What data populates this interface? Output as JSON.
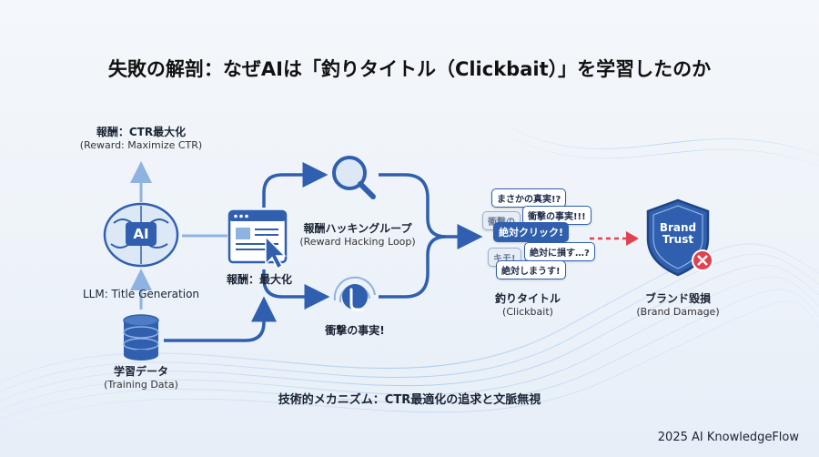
{
  "title": "失敗の解剖：なぜAIは「釣りタイトル（Clickbait）」を学習したのか",
  "reward": {
    "label": "報酬：CTR最大化",
    "sub": "(Reward: Maximize CTR)"
  },
  "ai": {
    "icon_text": "AI",
    "label": "LLM: Title Generation"
  },
  "training": {
    "label": "学習データ",
    "sub": "(Training Data)"
  },
  "browser": {
    "label": "報酬：最大化"
  },
  "loop": {
    "label": "報酬ハッキングループ",
    "sub": "(Reward Hacking Loop)"
  },
  "shock": {
    "label": "衝撃の事実!"
  },
  "clickbait": {
    "label": "釣りタイトル",
    "sub": "(Clickbait)",
    "bubbles": [
      "まさかの真実!?",
      "衝撃の事実!!!",
      "絶対クリック!",
      "絶対に損す…?",
      "絶対しまうす!"
    ],
    "ghost_bubbles": [
      "衝撃の",
      "キモ!"
    ]
  },
  "brand": {
    "shield_line1": "Brand",
    "shield_line2": "Trust",
    "label": "ブランド毀損",
    "sub": "(Brand Damage)"
  },
  "mechanism": "技術的メカニズム：CTR最適化の追求と文脈無視",
  "footer": "2025 AI KnowledgeFlow",
  "colors": {
    "primary": "#2f5fae",
    "light": "#8fb3e0",
    "danger": "#e0424f"
  }
}
